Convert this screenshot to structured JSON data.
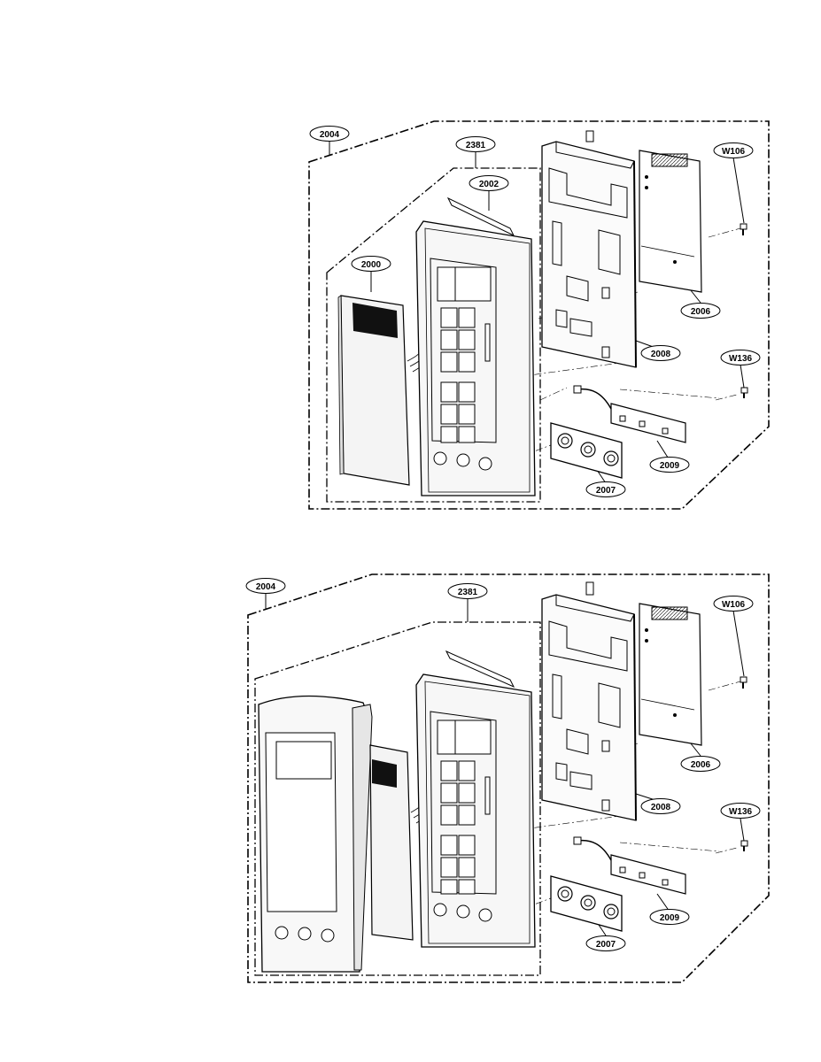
{
  "diagrams": [
    {
      "callouts": {
        "c2004": "2004",
        "c2381": "2381",
        "c2002": "2002",
        "c2000": "2000",
        "c2006": "2006",
        "c2008": "2008",
        "c2009": "2009",
        "c2007": "2007",
        "cW106": "W106",
        "cW136": "W136"
      }
    },
    {
      "callouts": {
        "c2004": "2004",
        "c2381": "2381",
        "c2006": "2006",
        "c2008": "2008",
        "c2009": "2009",
        "c2007": "2007",
        "cW106": "W106",
        "cW136": "W136"
      }
    }
  ],
  "colors": {
    "line": "#000000",
    "panel_fill": "#f4f4f4",
    "dark": "#111111"
  }
}
